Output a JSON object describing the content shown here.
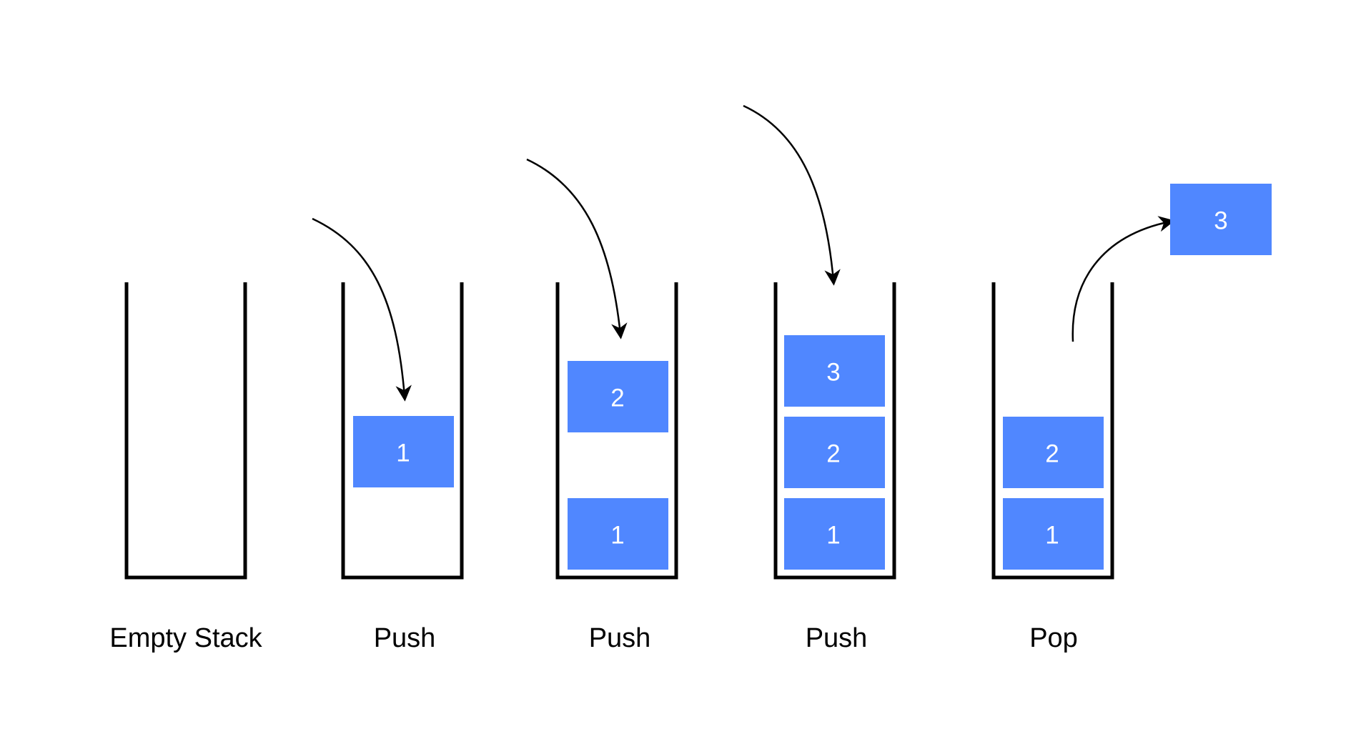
{
  "colors": {
    "block_fill": "#5087ff",
    "block_text": "#ffffff",
    "outline": "#000000",
    "background": "#ffffff"
  },
  "stages": [
    {
      "caption": "Empty Stack",
      "blocks": []
    },
    {
      "caption": "Push",
      "blocks": [
        "1"
      ]
    },
    {
      "caption": "Push",
      "blocks": [
        "1",
        "2"
      ]
    },
    {
      "caption": "Push",
      "blocks": [
        "1",
        "2",
        "3"
      ]
    },
    {
      "caption": "Pop",
      "blocks": [
        "1",
        "2"
      ]
    }
  ],
  "popped_block": {
    "label": "3"
  }
}
